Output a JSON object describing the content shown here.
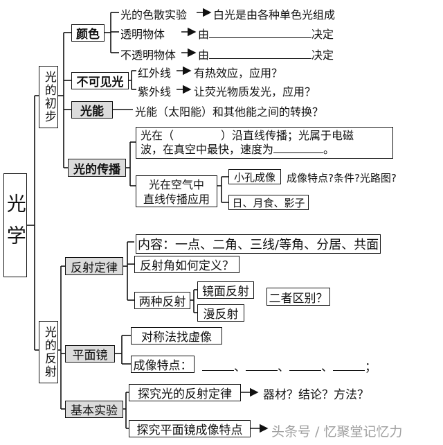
{
  "root": "光学",
  "branch_light_basics": "光的初步",
  "branch_light_reflection": "光的反射",
  "color": {
    "label": "颜色",
    "dispersion": "光的色散实验",
    "dispersion_result": "白光是由各种单色光组成",
    "transparent": "透明物体",
    "opaque": "不透明物体",
    "by": "由",
    "decides": "决定"
  },
  "invisible_light": {
    "label": "不可见光",
    "infrared": "红外线",
    "infrared_note": "有热效应，应用？",
    "ultraviolet": "紫外线",
    "ultraviolet_note": "让荧光物质发光，应用？"
  },
  "light_energy": {
    "label": "光能",
    "note": "光能（太阳能）和其他能之间的转换？"
  },
  "propagation": {
    "label": "光的传播",
    "line1_a": "光在（",
    "line1_b": "）沿直线传播；光属于电磁",
    "line2": "波，在真空中最快，速度为",
    "line2_end": "。",
    "application_line1": "光在空气中",
    "application_line2": "直线传播应用",
    "pinhole": "小孔成像",
    "pinhole_note": "成像特点?条件?光路图?",
    "eclipse": "日、月食、影子"
  },
  "reflection_law": {
    "label": "反射定律",
    "content": "内容：一点、二角、三线/等角、分居、共面",
    "angle_question": "反射角如何定义？",
    "two_types": "两种反射",
    "specular": "镜面反射",
    "diffuse": "漫反射",
    "difference": "二者区别？"
  },
  "plane_mirror": {
    "label": "平面镜",
    "symmetry": "对称法找虚像",
    "features": "成像特点：",
    "sep": "、",
    "end": "；"
  },
  "experiments": {
    "label": "基本实验",
    "exp1": "探究光的反射定律",
    "exp1_note": "器材？结论？方法？",
    "exp2": "探究平面镜成像特点"
  },
  "watermark": "头条号 / 忆聚堂记忆力"
}
